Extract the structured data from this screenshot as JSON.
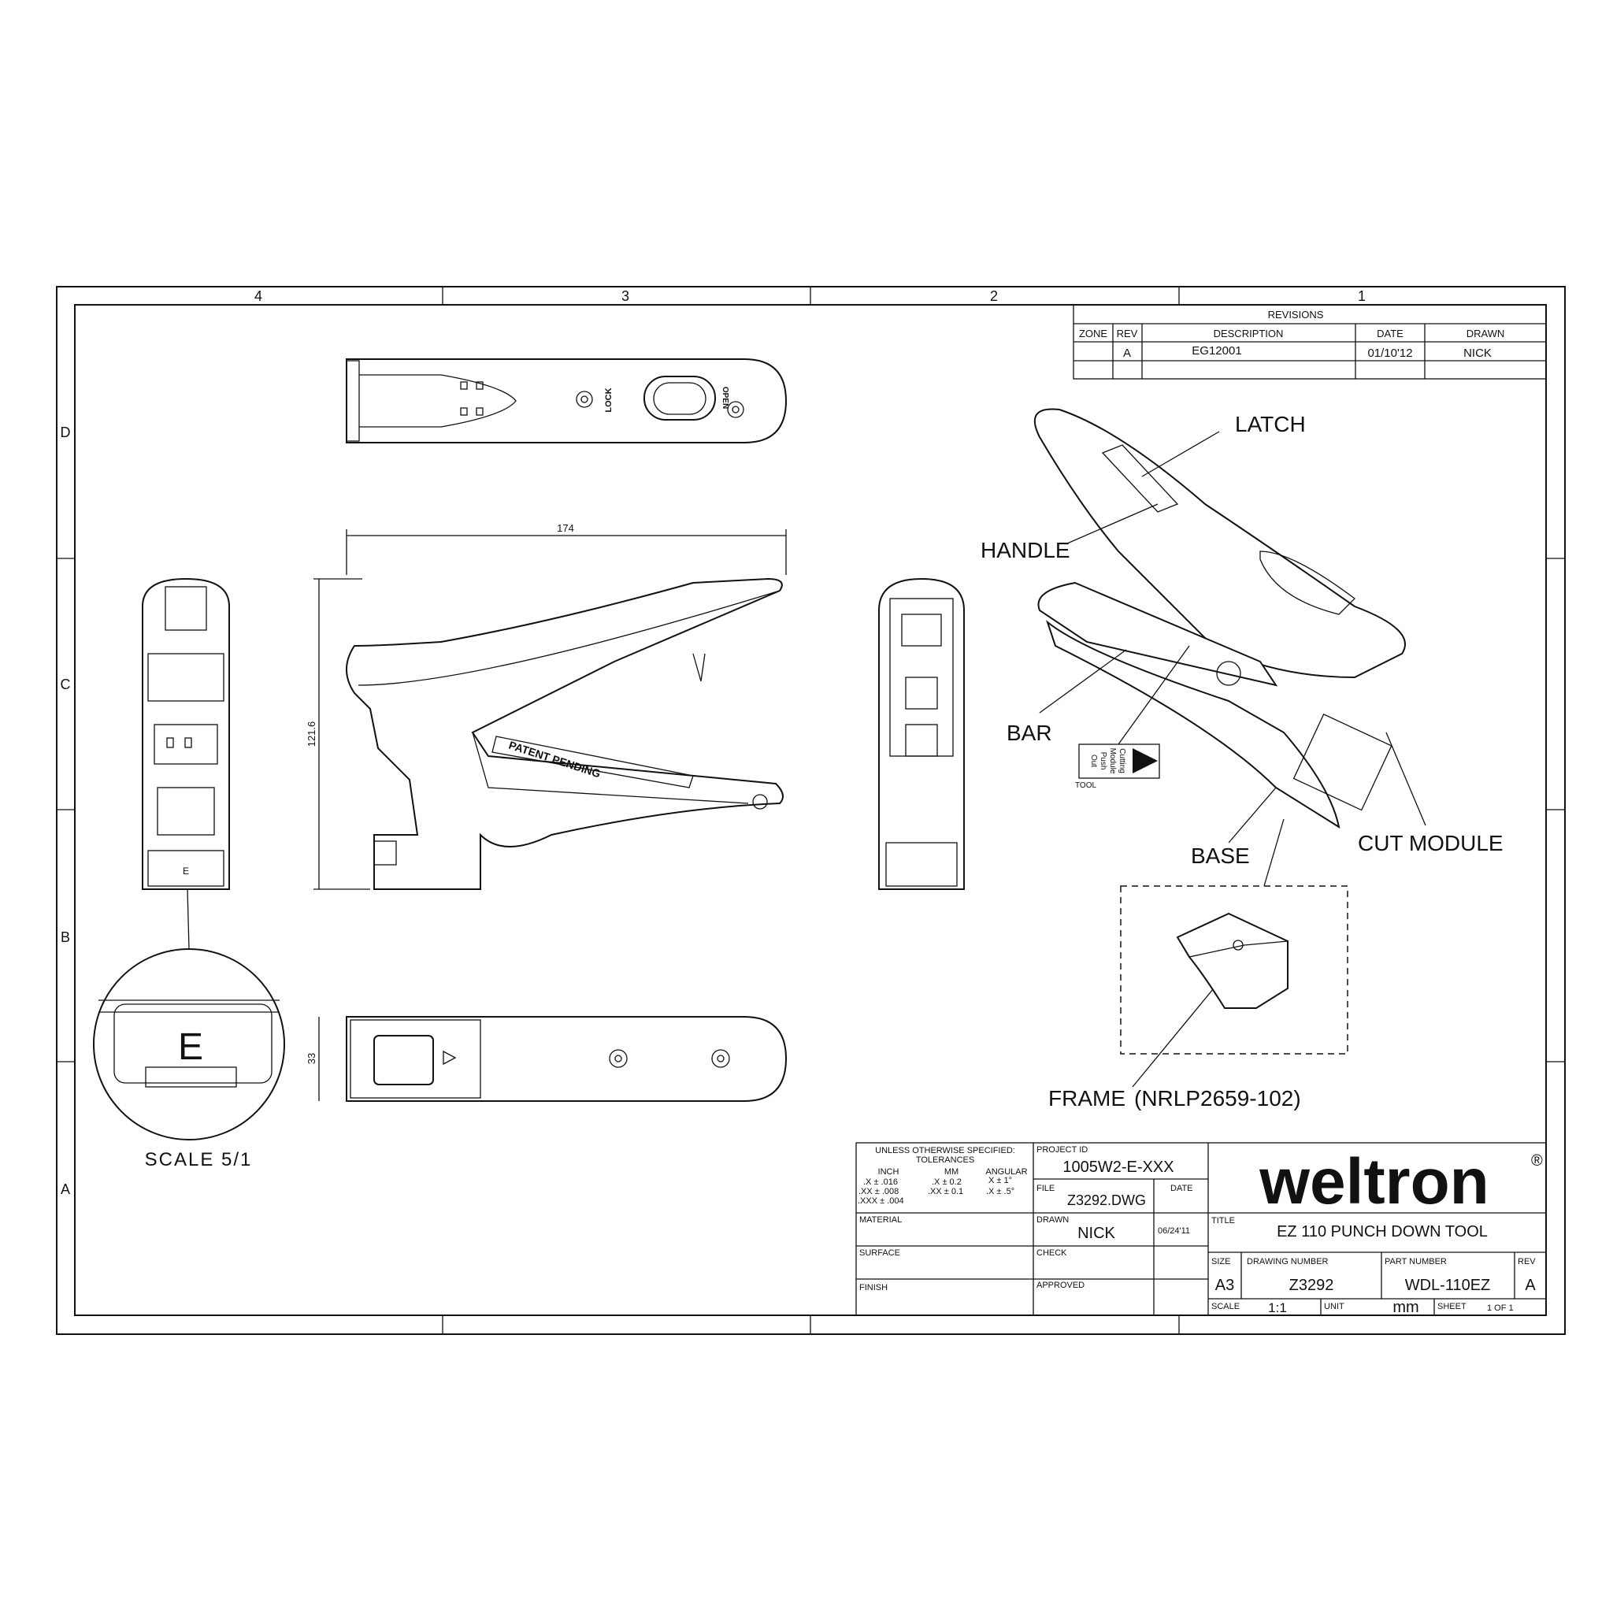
{
  "frame": {
    "zones_top": [
      "4",
      "3",
      "2",
      "1"
    ],
    "zones_side": [
      "D",
      "C",
      "B",
      "A"
    ]
  },
  "revisions": {
    "title": "REVISIONS",
    "headers": [
      "ZONE",
      "REV",
      "DESCRIPTION",
      "DATE",
      "DRAWN"
    ],
    "rows": [
      {
        "zone": "",
        "rev": "A",
        "description": "EG12001",
        "date": "01/10'12",
        "drawn": "NICK"
      }
    ]
  },
  "views": {
    "dim_length": "174",
    "dim_height": "121.6",
    "dim_width": "33",
    "patent": "PATENT PENDING",
    "lock": "LOCK",
    "open": "OPEN",
    "detail_letter": "E",
    "detail_scale": "SCALE 5/1"
  },
  "callouts": {
    "latch": "LATCH",
    "handle": "HANDLE",
    "bar": "BAR",
    "base": "BASE",
    "cut_module": "CUT MODULE",
    "frame": "FRAME",
    "frame_part": "(NRLP2659-102)",
    "tool_label": [
      "Cutting",
      "Module",
      "Push",
      "Out"
    ],
    "tool": "TOOL"
  },
  "title_block": {
    "tolerances_heading": "UNLESS OTHERWISE SPECIFIED:",
    "tolerances_sub": "TOLERANCES",
    "tol_headers": [
      "INCH",
      "MM",
      "ANGULAR"
    ],
    "tol_rows": [
      [
        ".X ± .016",
        ".X ± 0.2",
        "X ± 1°"
      ],
      [
        ".XX ± .008",
        ".XX ± 0.1",
        ".X ± .5°"
      ],
      [
        ".XXX ± .004",
        "",
        ""
      ]
    ],
    "project_id_label": "PROJECT ID",
    "project_id": "1005W2-E-XXX",
    "file_label": "FILE",
    "file": "Z3292.DWG",
    "date_label": "DATE",
    "material_label": "MATERIAL",
    "drawn_label": "DRAWN",
    "drawn": "NICK",
    "drawn_date": "06/24'11",
    "surface_label": "SURFACE",
    "check_label": "CHECK",
    "finish_label": "FINISH",
    "approved_label": "APPROVED",
    "logo": "weltron",
    "logo_mark": "®",
    "title_label": "TITLE",
    "title": "EZ 110 PUNCH DOWN TOOL",
    "size_label": "SIZE",
    "size": "A3",
    "drawing_number_label": "DRAWING NUMBER",
    "drawing_number": "Z3292",
    "part_number_label": "PART NUMBER",
    "part_number": "WDL-110EZ",
    "rev_label": "REV",
    "rev": "A",
    "scale_label": "SCALE",
    "scale": "1:1",
    "unit_label": "UNIT",
    "unit": "mm",
    "sheet_label": "SHEET",
    "sheet": "1 OF 1"
  }
}
